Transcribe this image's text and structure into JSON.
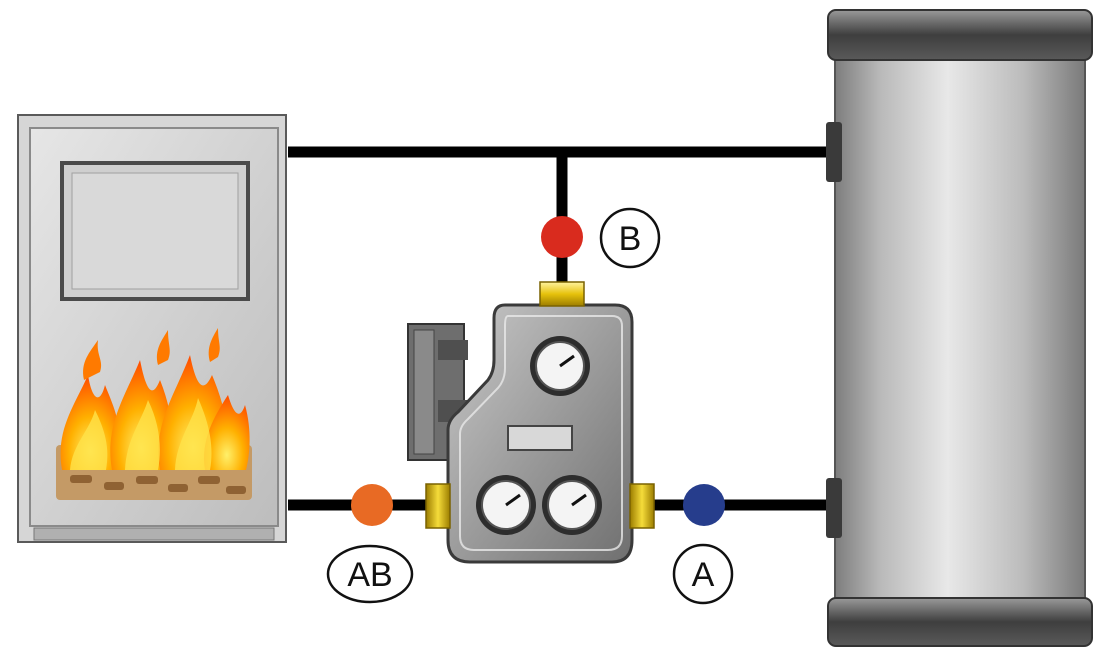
{
  "labels": {
    "b": "B",
    "ab": "AB",
    "a": "A"
  },
  "colors": {
    "pipe": "#000000",
    "port_b": "#d92b1e",
    "port_ab": "#e86a24",
    "port_a": "#263d8c",
    "fitting": "#e6c20c",
    "flame_outer": "#ff7a00",
    "flame_inner": "#ffd21a",
    "pellet": "#b58a56"
  },
  "icons": {
    "boiler": "pellet-boiler-icon",
    "flames": "fire-icon",
    "tank": "storage-tank-icon",
    "valve": "thermostatic-mixing-valve-icon"
  }
}
